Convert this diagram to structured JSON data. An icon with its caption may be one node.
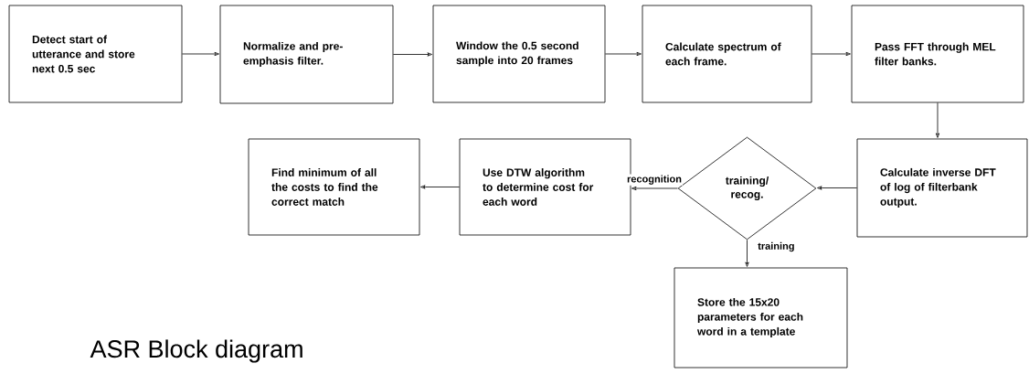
{
  "diagram": {
    "title": "ASR Block diagram",
    "nodes": [
      {
        "text": [
          "Detect start of utterance and store next 0.5 sec"
        ]
      },
      {
        "text": [
          "Normalize and pre-emphasis filter."
        ]
      },
      {
        "text": [
          "Window the 0.5 second sample into 20 frames"
        ]
      },
      {
        "text": [
          "Calculate spectrum of each frame."
        ]
      },
      {
        "text": [
          "Pass FFT through MEL filter banks."
        ]
      },
      {
        "text": [
          "Calculate inverse DFT of log of filterbank output."
        ]
      },
      {
        "text": [
          "training/ recog."
        ]
      },
      {
        "text": [
          "Use DTW algorithm to determine cost for each word"
        ]
      },
      {
        "text": [
          "Find minimum of all the costs to find the correct match"
        ]
      },
      {
        "text": [
          "Store the 15x20 parameters for each word in a template"
        ]
      }
    ],
    "edges": [
      {
        "from": 0,
        "to": 1,
        "arrow": "to"
      },
      {
        "from": 1,
        "to": 2,
        "arrow": "to"
      },
      {
        "from": 2,
        "to": 3,
        "arrow": "to"
      },
      {
        "from": 3,
        "to": 4,
        "arrow": "to"
      },
      {
        "from": 4,
        "to": 5,
        "arrow": "to"
      },
      {
        "from": 5,
        "to": 6,
        "arrow": "to"
      },
      {
        "from": 6,
        "to": 7,
        "arrow": "to",
        "label": "recognition"
      },
      {
        "from": 7,
        "to": 8,
        "arrow": "to"
      },
      {
        "from": 6,
        "to": 9,
        "arrow": "to",
        "label": "training"
      }
    ]
  }
}
